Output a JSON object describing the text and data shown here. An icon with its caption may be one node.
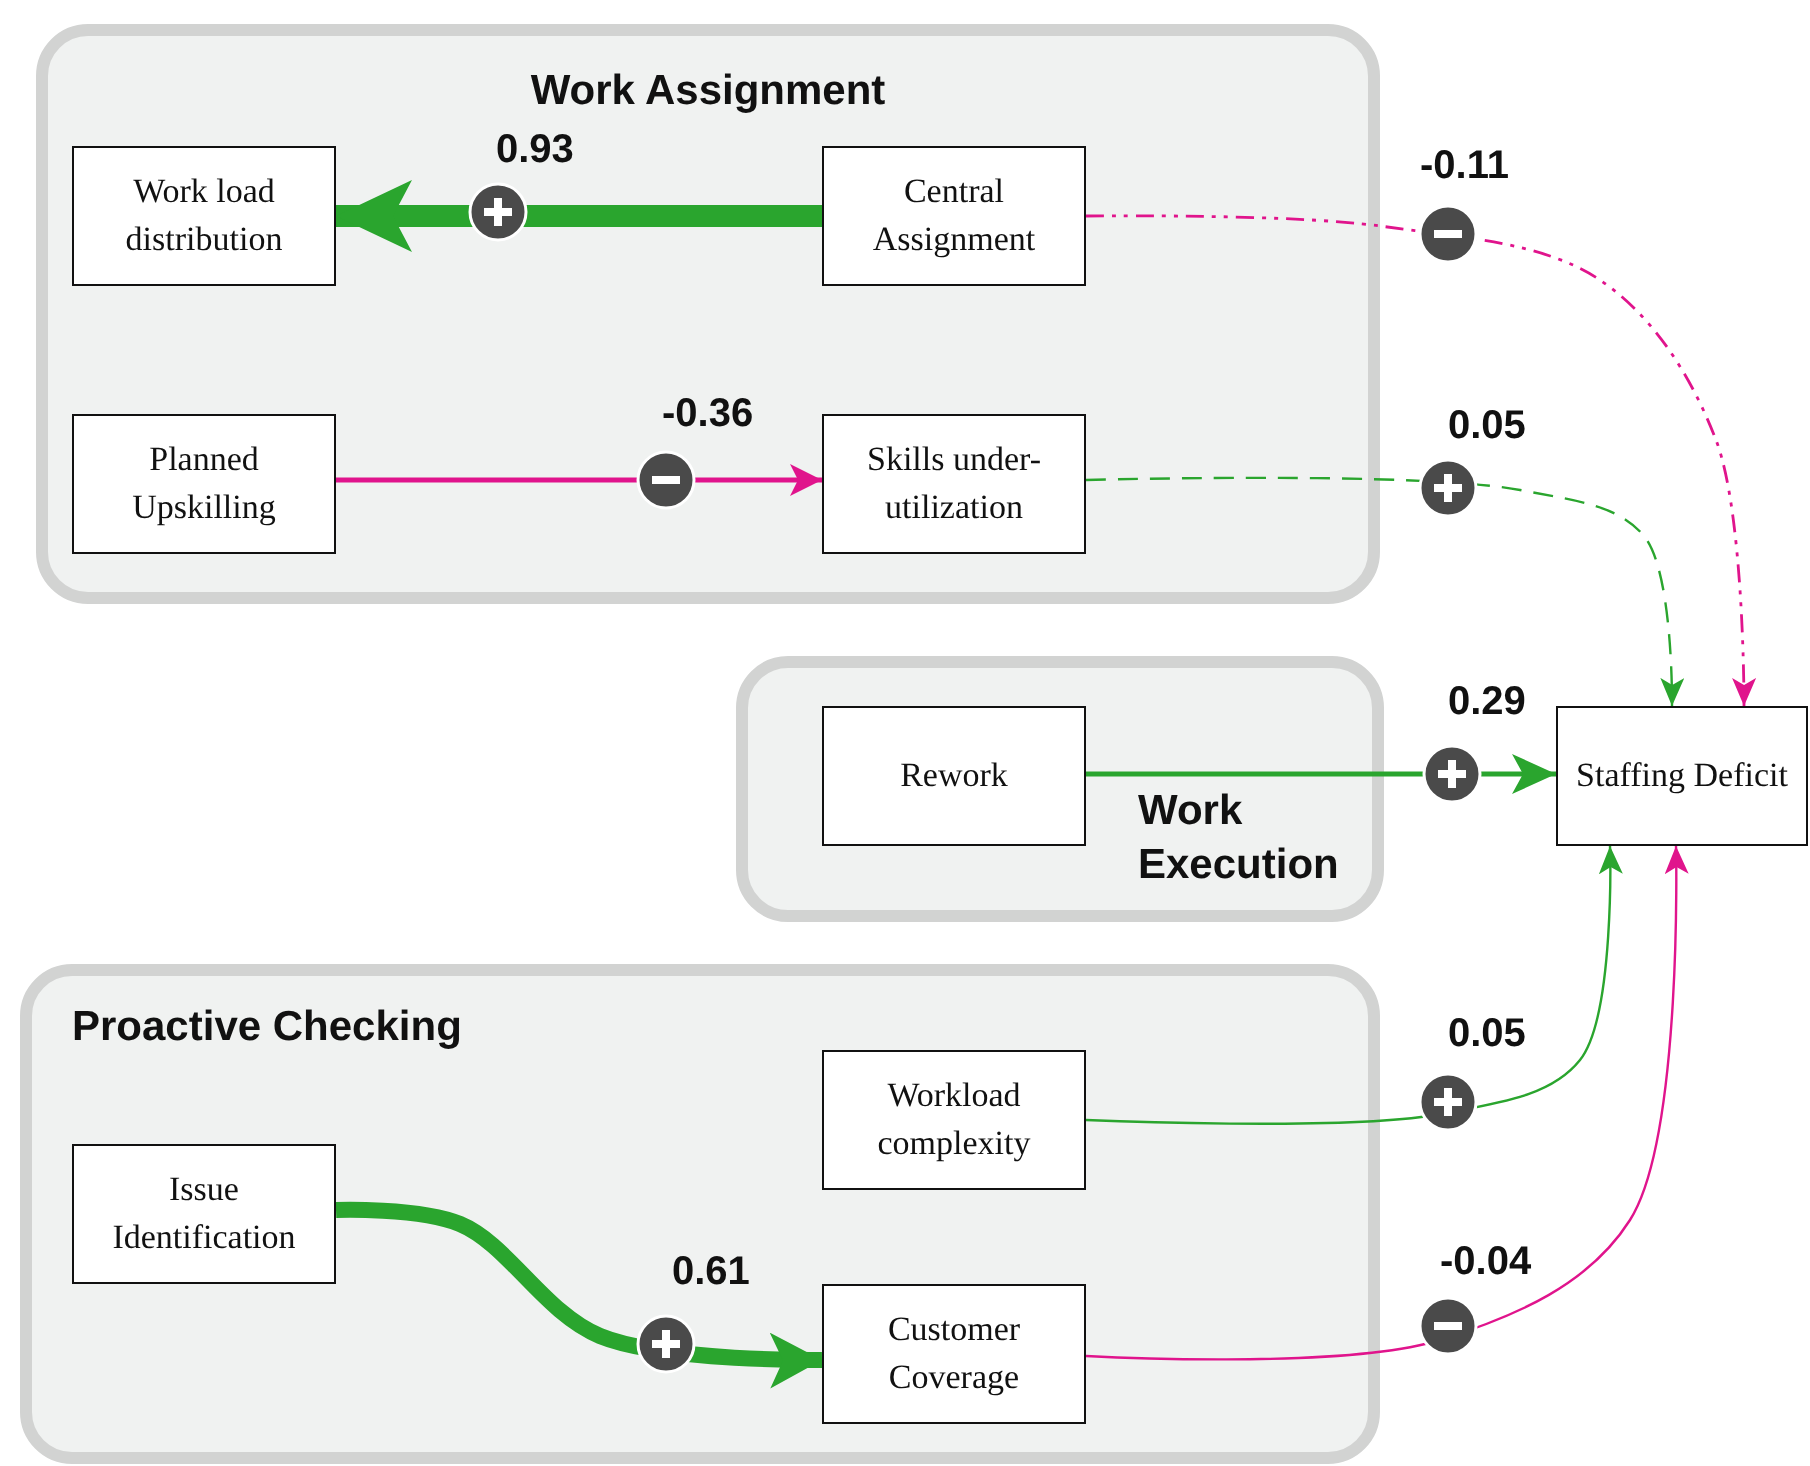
{
  "diagram": {
    "nodes": [
      {
        "text": [
          "Work Assignment"
        ]
      },
      {
        "text": [
          "Work load distribution"
        ],
        "in": 0
      },
      {
        "text": [
          "Central Assignment"
        ],
        "in": 0
      },
      {
        "text": [
          "Planned Upskilling"
        ],
        "in": 0
      },
      {
        "text": [
          "Skills under-utilization"
        ],
        "in": 0
      },
      {
        "text": [
          "Work Execution"
        ]
      },
      {
        "text": [
          "Rework"
        ],
        "in": 5
      },
      {
        "text": [
          "Staffing Deficit"
        ]
      },
      {
        "text": [
          "Proactive Checking"
        ]
      },
      {
        "text": [
          "Workload complexity"
        ],
        "in": 8
      },
      {
        "text": [
          "Issue Identification"
        ],
        "in": 8
      },
      {
        "text": [
          "Customer Coverage"
        ],
        "in": 8
      }
    ],
    "edges": [
      {
        "from": 2,
        "to": 1,
        "arrow": "to",
        "label": "0.93",
        "style": "thick"
      },
      {
        "from": 2,
        "to": 7,
        "arrow": "to",
        "label": "-0.11",
        "style": "dashed",
        "color": "#e0148c"
      },
      {
        "from": 3,
        "to": 4,
        "arrow": "to",
        "label": "-0.36",
        "color": "#e0148c"
      },
      {
        "from": 4,
        "to": 7,
        "arrow": "to",
        "label": "0.05",
        "style": "dashed"
      },
      {
        "from": 6,
        "to": 7,
        "arrow": "to",
        "label": "0.29"
      },
      {
        "from": 9,
        "to": 7,
        "arrow": "to",
        "label": "0.05"
      },
      {
        "from": 10,
        "to": 11,
        "arrow": "to",
        "label": "0.61",
        "style": "thick"
      },
      {
        "from": 11,
        "to": 7,
        "arrow": "to",
        "label": "-0.04",
        "color": "#e0148c"
      }
    ]
  }
}
